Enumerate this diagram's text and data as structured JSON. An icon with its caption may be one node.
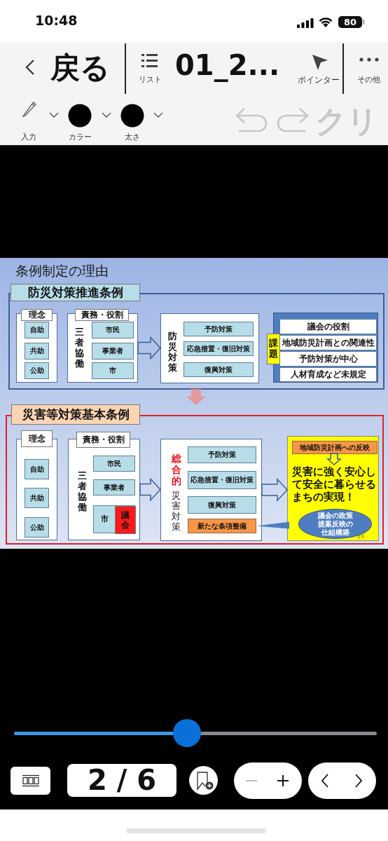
{
  "diagram": {
    "title": "条例制定の理由",
    "nodes": [
      {
        "text": [
          "防災対策推進条例"
        ]
      },
      {
        "text": [
          "理念"
        ],
        "in": 0
      },
      {
        "text": [
          "自助"
        ],
        "in": 1
      },
      {
        "text": [
          "共助"
        ],
        "in": 1
      },
      {
        "text": [
          "公助"
        ],
        "in": 1
      },
      {
        "text": [
          "責務・役割",
          "三者協働"
        ],
        "in": 0
      },
      {
        "text": [
          "市民"
        ],
        "in": 5
      },
      {
        "text": [
          "事業者"
        ],
        "in": 5
      },
      {
        "text": [
          "市"
        ],
        "in": 5
      },
      {
        "text": [
          "防災対策"
        ],
        "in": 0
      },
      {
        "text": [
          "予防対策"
        ],
        "in": 9
      },
      {
        "text": [
          "応急措置・復旧対策"
        ],
        "in": 9
      },
      {
        "text": [
          "復興対策"
        ],
        "in": 9
      },
      {
        "text": [
          "課題"
        ],
        "in": 0
      },
      {
        "text": [
          "議会の役割"
        ],
        "in": 13
      },
      {
        "text": [
          "地域防災計画との関連性"
        ],
        "in": 13
      },
      {
        "text": [
          "予防対策が中心"
        ],
        "in": 13
      },
      {
        "text": [
          "人材育成など未規定"
        ],
        "in": 13
      },
      {
        "text": [
          "災害等対策基本条例"
        ]
      },
      {
        "text": [
          "理念"
        ],
        "in": 18
      },
      {
        "text": [
          "自助"
        ],
        "in": 19
      },
      {
        "text": [
          "共助"
        ],
        "in": 19
      },
      {
        "text": [
          "公助"
        ],
        "in": 19
      },
      {
        "text": [
          "責務・役割",
          "三者協働"
        ],
        "in": 18
      },
      {
        "text": [
          "市民"
        ],
        "in": 23
      },
      {
        "text": [
          "事業者"
        ],
        "in": 23
      },
      {
        "text": [
          "市"
        ],
        "in": 23
      },
      {
        "text": [
          "議会"
        ],
        "in": 26
      },
      {
        "text": [
          "総合的",
          "災害対策"
        ],
        "in": 18
      },
      {
        "text": [
          "予防対策"
        ],
        "in": 28
      },
      {
        "text": [
          "応急措置・復旧対策"
        ],
        "in": 28
      },
      {
        "text": [
          "復興対策"
        ],
        "in": 28
      },
      {
        "text": [
          "新たな条項整備"
        ],
        "in": 28
      },
      {
        "text": [],
        "shape": "box",
        "in": 18
      },
      {
        "text": [
          "地域防災計画への反映"
        ],
        "in": 33
      },
      {
        "text": [
          "災害に強く安心して安全に暮らせるまちの実現！"
        ],
        "in": 33
      },
      {
        "text": [
          "議会の政策提案反映の仕組構築"
        ],
        "in": 33
      }
    ],
    "edges": [
      {
        "from": 5,
        "to": 9,
        "arrow": "to"
      },
      {
        "from": 0,
        "to": 18,
        "arrow": "to",
        "color": "#e39a9a"
      },
      {
        "from": 23,
        "to": 28,
        "arrow": "to"
      },
      {
        "from": 28,
        "to": 33,
        "arrow": "to"
      },
      {
        "from": 34,
        "to": 35,
        "arrow": "to"
      },
      {
        "from": 36,
        "to": 32,
        "arrow": "none",
        "color": "#4f7ec0"
      }
    ],
    "labels": [
      "10:48",
      "80",
      "戻る",
      "リスト",
      "01_2...",
      "ポインター",
      "その他",
      "入力",
      "カラー",
      "太さ",
      "クリ",
      "29",
      "2 / 6"
    ]
  }
}
